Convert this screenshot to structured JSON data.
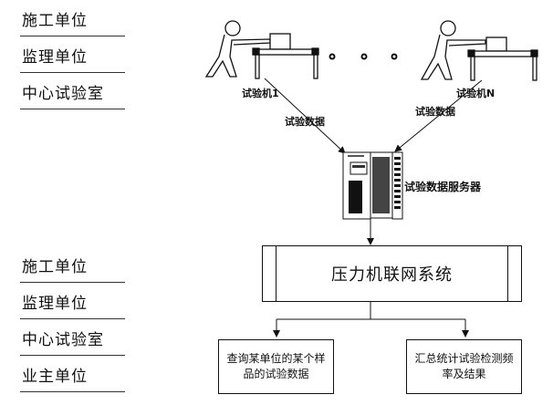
{
  "top_units": [
    "施工单位",
    "监理单位",
    "中心试验室"
  ],
  "bottom_units": [
    "施工单位",
    "监理单位",
    "中心试验室",
    "业主单位"
  ],
  "machines": {
    "first_label": "试验机1",
    "last_label": "试验机N",
    "ellipsis": "• • •"
  },
  "flow_labels": {
    "left_data": "试验数据",
    "right_data": "试验数据",
    "server": "试验数据服务器"
  },
  "system": {
    "title": "压力机联网系统"
  },
  "outputs": [
    {
      "text": "查询某单位的某个样品的试验数据"
    },
    {
      "text": "汇总统计试验检测频率及结果"
    }
  ]
}
